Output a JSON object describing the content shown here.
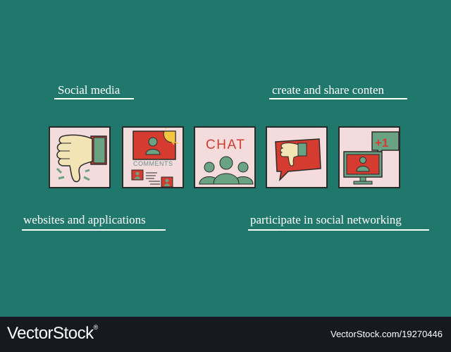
{
  "labels": {
    "social_media": "Social media",
    "create_share": "create and share conten",
    "websites_apps": "websites and applications",
    "participate": "participate in social networking"
  },
  "tiles": [
    {
      "icon": "thumbs-down-icon"
    },
    {
      "icon": "comments-icon",
      "text": "COMMENTS"
    },
    {
      "icon": "chat-icon",
      "text": "CHAT"
    },
    {
      "icon": "dislike-message-icon"
    },
    {
      "icon": "plus-one-monitor-icon",
      "text": "+1"
    }
  ],
  "colors": {
    "background": "#1f786b",
    "tile": "#f5dcdc",
    "red": "#d53c2f",
    "green": "#6aa284",
    "footer": "#16191f"
  },
  "footer": {
    "brand": "VectorStock",
    "reg_mark": "®",
    "url": "VectorStock.com/19270446"
  }
}
